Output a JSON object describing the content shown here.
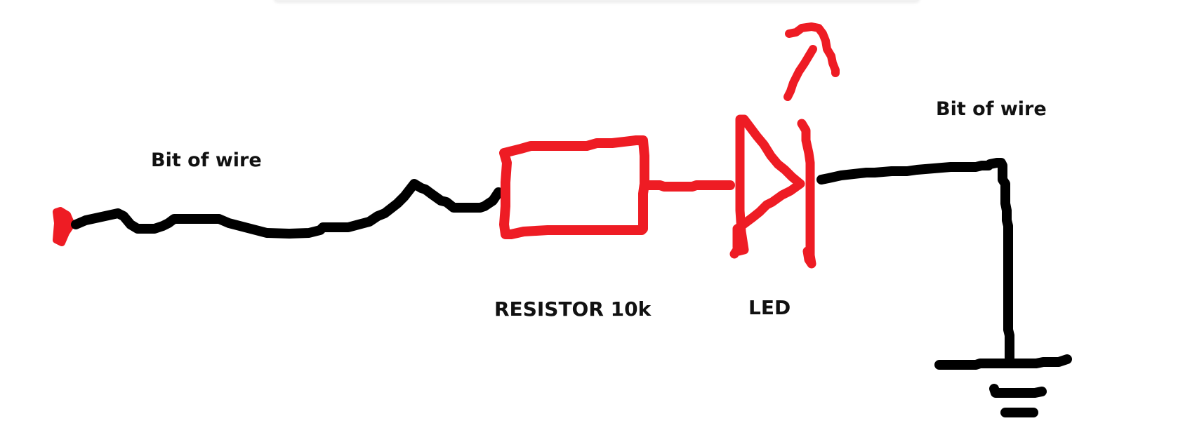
{
  "labels": {
    "wire_left": "Bit of wire",
    "wire_right": "Bit of wire",
    "resistor": "RESISTOR 10k",
    "led": "LED"
  },
  "colors": {
    "wire": "#000000",
    "component": "#ee1c24",
    "background": "#ffffff"
  }
}
